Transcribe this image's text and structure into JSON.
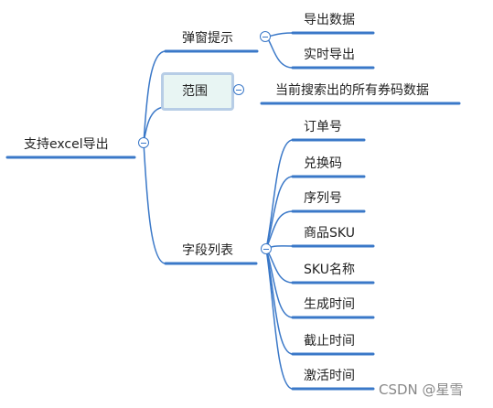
{
  "root": {
    "label": "支持excel导出"
  },
  "branches": [
    {
      "label": "弹窗提示",
      "children": [
        "导出数据",
        "实时导出"
      ]
    },
    {
      "label": "范围",
      "selected": true,
      "children": [
        "当前搜索出的所有券码数据"
      ]
    },
    {
      "label": "字段列表",
      "children": [
        "订单号",
        "兑换码",
        "序列号",
        "商品SKU",
        "SKU名称",
        "生成时间",
        "截止时间",
        "激活时间"
      ]
    }
  ],
  "watermark": "CSDN @星雪",
  "colors": {
    "line": "#3a78c8",
    "selection_border": "#b7cde6",
    "selection_fill": "#e8f5f3"
  }
}
